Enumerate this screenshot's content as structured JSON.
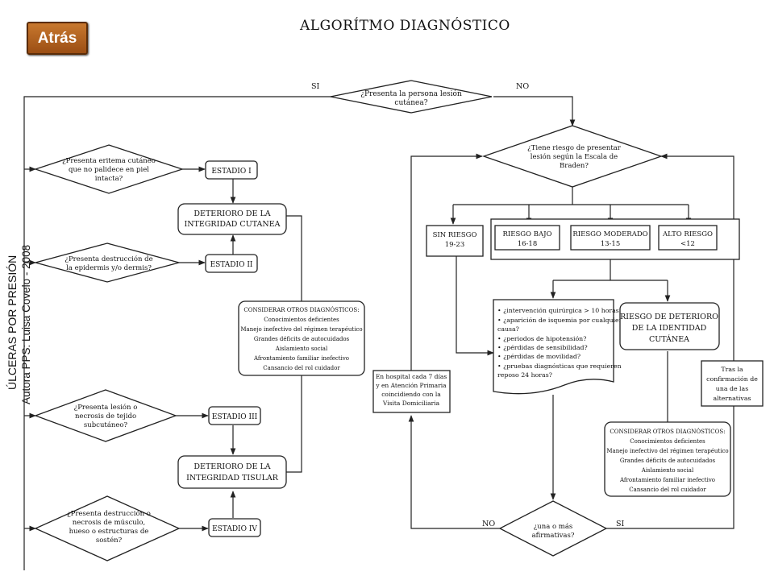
{
  "header": {
    "back_label": "Atrás",
    "title": "ALGORÍTMO DIAGNÓSTICO",
    "side_line1": "ÚLCERAS POR PRESIÓN",
    "side_line2": "Autora PPS: Luisa Covelo - 2008"
  },
  "diagram": {
    "q_lesion": [
      "¿Presenta la persona lesión",
      "cutánea?"
    ],
    "label_si": "SI",
    "label_no": "NO",
    "q_eritema": [
      "¿Presenta eritema cutáneo",
      "que no palidece en piel",
      "intacta?"
    ],
    "estadio_1": "ESTADIO I",
    "det_cutanea": [
      "DETERIORO DE LA",
      "INTEGRIDAD CUTANEA"
    ],
    "q_epidermis": [
      "¿Presenta destrucción de",
      "la epidermis y/o dermis?"
    ],
    "estadio_2": "ESTADIO II",
    "otros_left": [
      "CONSIDERAR OTROS DIAGNÓSTICOS:",
      "Conocimientos deficientes",
      "Manejo inefectivo del régimen terapéutico",
      "Grandes déficits de autocuidados",
      "Aislamiento social",
      "Afrontamiento familiar inefectivo",
      "Cansancio del rol cuidador"
    ],
    "q_necrosis": [
      "¿Presenta lesión o",
      "necrosis de tejido",
      "subcutáneo?"
    ],
    "estadio_3": "ESTADIO III",
    "det_tisular": [
      "DETERIORO DE LA",
      "INTEGRIDAD TISULAR"
    ],
    "q_musculo": [
      "¿Presenta destrucción o",
      "necrosis de músculo,",
      "hueso o estructuras de",
      "sostén?"
    ],
    "estadio_4": "ESTADIO IV",
    "q_braden": [
      "¿Tiene riesgo de presentar",
      "lesión según la Escala de",
      "Braden?"
    ],
    "sin_riesgo": [
      "SIN RIESGO",
      "19-23"
    ],
    "riesgo_bajo": [
      "RIESGO BAJO",
      "16-18"
    ],
    "riesgo_moderado": [
      "RIESGO MODERADO",
      "13-15"
    ],
    "alto_riesgo": [
      "ALTO RIESGO",
      "<12"
    ],
    "preguntas": [
      "•  ¿intervención quirúrgica > 10 horas",
      "•  ¿aparición de isquemia por cualquier",
      "    causa?",
      "•  ¿periodos de hipotensión?",
      "•  ¿pérdidas de sensibilidad?",
      "•  ¿pérdidas de movilidad?",
      "•  ¿pruebas diagnósticas que requieren",
      "    reposo 24 horas?"
    ],
    "riesgo_det": [
      "RIESGO DE DETERIORO",
      "DE LA IDENTIDAD",
      "CUTÁNEA"
    ],
    "hospital": [
      "En hospital cada 7 días",
      "y en Atención Primaria",
      "coincidiendo con la",
      "Visita Domiciliaria"
    ],
    "tras": [
      "Tras la",
      "confirmación de",
      "una de las",
      "alternativas"
    ],
    "otros_right": [
      "CONSIDERAR OTROS DIAGNÓSTICOS:",
      "Conocimientos deficientes",
      "Manejo inefectivo del régimen terapéutico",
      "Grandes déficits de autocuidados",
      "Aislamiento social",
      "Afrontamiento familiar inefectivo",
      "Cansancio del rol cuidador"
    ],
    "q_afirmativas": [
      "¿una o más",
      "afirmativas?"
    ]
  }
}
